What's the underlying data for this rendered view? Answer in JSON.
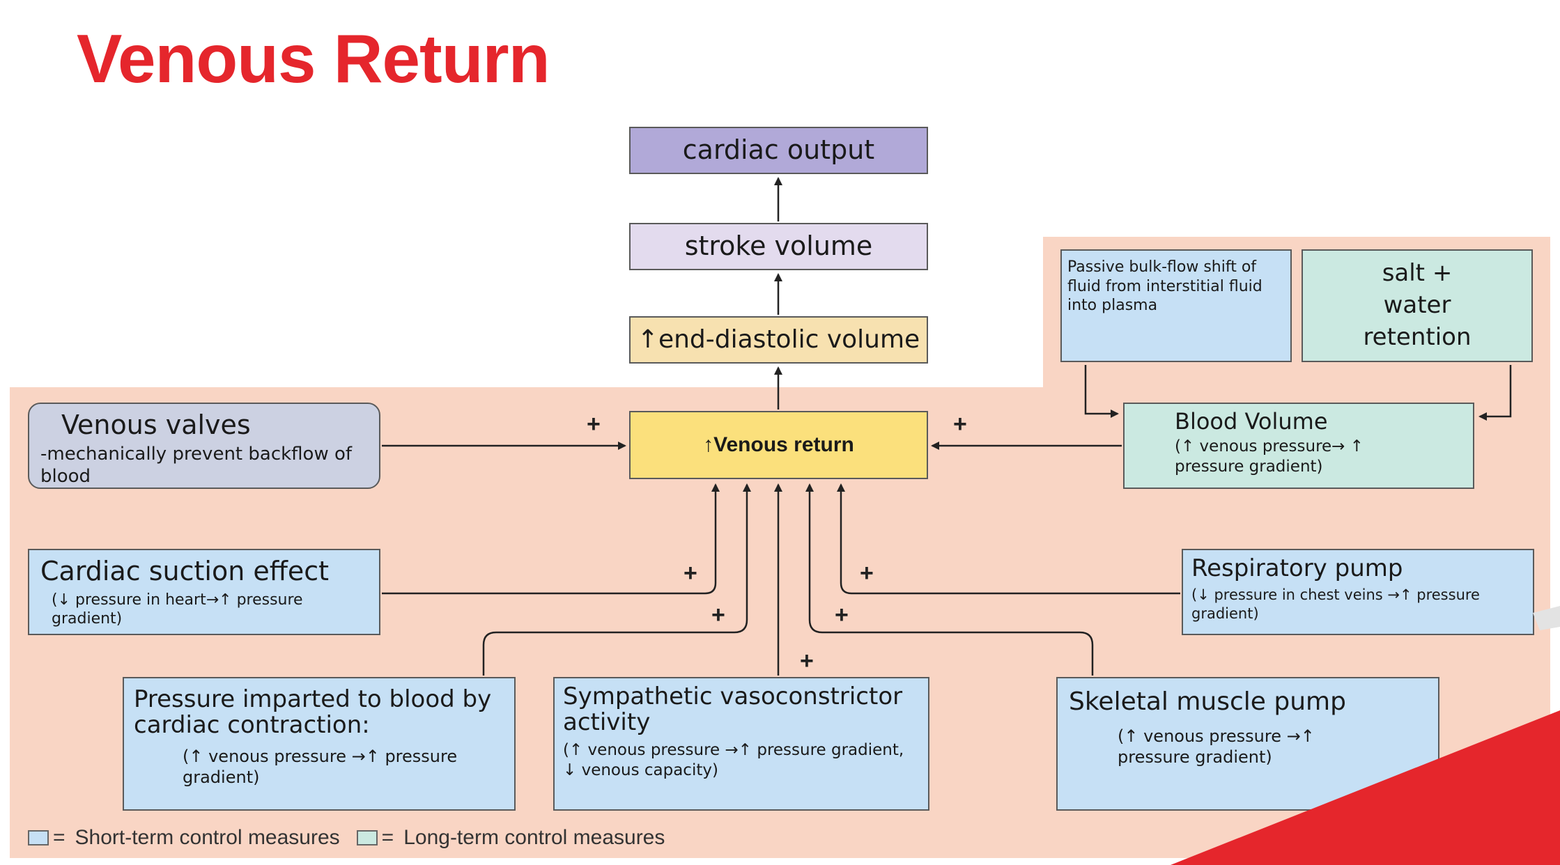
{
  "title": "Venous Return",
  "colors": {
    "title": "#e5262c",
    "background_region": "#f9d5c4",
    "short_term": "#c6e0f5",
    "long_term": "#cbe9e1",
    "valves": "#ccd1e2",
    "venous_return": "#fbe07c",
    "edv": "#f7e1b0",
    "stroke_volume": "#e3dbee",
    "cardiac_output": "#b1a9d8"
  },
  "nodes": {
    "cardiac_output": "cardiac output",
    "stroke_volume": "stroke volume",
    "edv": "↑end-diastolic volume",
    "venous_return": "↑Venous return",
    "venous_valves": {
      "title": "Venous valves",
      "desc": "-mechanically prevent backflow of blood"
    },
    "cardiac_suction": {
      "title": "Cardiac suction effect",
      "desc": "(↓ pressure in heart→↑ pressure gradient)"
    },
    "pressure_imparted": {
      "title": "Pressure imparted to blood by cardiac contraction:",
      "desc": "(↑ venous pressure →↑ pressure gradient)"
    },
    "sympathetic": {
      "title": "Sympathetic vasoconstrictor activity",
      "desc": "(↑ venous pressure →↑ pressure gradient, ↓ venous capacity)"
    },
    "skeletal": {
      "title": "Skeletal muscle pump",
      "desc": "(↑ venous pressure →↑ pressure gradient)"
    },
    "respiratory": {
      "title": "Respiratory pump",
      "desc": "(↓ pressure in chest veins →↑ pressure gradient)"
    },
    "blood_volume": {
      "title": "Blood Volume",
      "desc": "(↑ venous pressure→ ↑ pressure gradient)"
    },
    "passive_shift": "Passive bulk-flow shift of fluid from interstitial fluid into plasma",
    "salt_water": "salt + water retention"
  },
  "plus_sign": "+",
  "legend": {
    "short_eq": "=",
    "short_label": "Short-term control measures",
    "long_eq": "=",
    "long_label": "Long-term control measures"
  }
}
